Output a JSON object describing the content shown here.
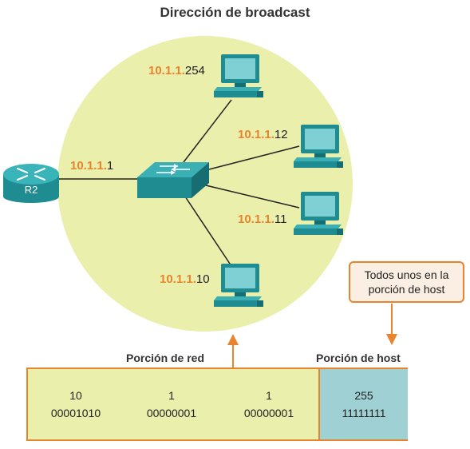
{
  "title": "Dirección de broadcast",
  "router": {
    "label": "R2"
  },
  "hosts": [
    {
      "net": "10.1.1.",
      "host": "254"
    },
    {
      "net": "10.1.1.",
      "host": "12"
    },
    {
      "net": "10.1.1.",
      "host": "11"
    },
    {
      "net": "10.1.1.",
      "host": "10"
    }
  ],
  "router_ip": {
    "net": "10.1.1.",
    "host": "1"
  },
  "callout": "Todos unos en la porción de host",
  "labels": {
    "network_portion": "Porción de red",
    "host_portion": "Porción de host"
  },
  "octets": [
    {
      "decimal": "10",
      "binary": "00001010"
    },
    {
      "decimal": "1",
      "binary": "00000001"
    },
    {
      "decimal": "1",
      "binary": "00000001"
    },
    {
      "decimal": "255",
      "binary": "11111111"
    }
  ],
  "colors": {
    "network_prefix": "#e8842e",
    "broadcast_domain": "#eaefac",
    "host_portion": "#9fd0d3",
    "device": "#2d9ea4",
    "callout_border": "#e8842e"
  }
}
